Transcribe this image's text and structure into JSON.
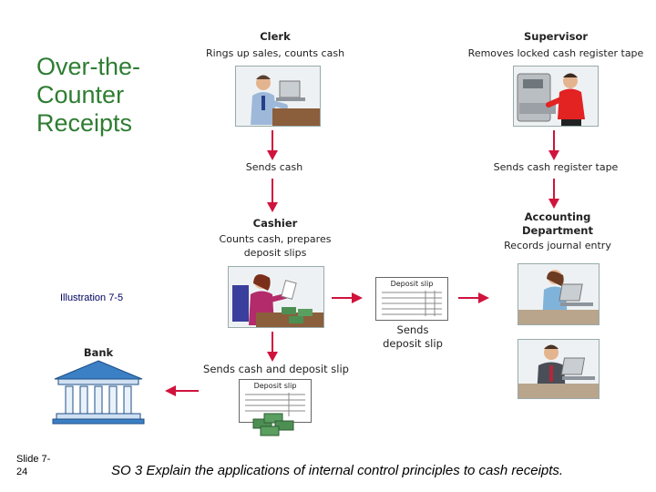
{
  "slide": {
    "title_lines": [
      "Over-the-",
      "Counter",
      "Receipts"
    ],
    "illustration_label": "Illustration 7-5",
    "slide_number_line1": "Slide 7-",
    "slide_number_line2": "24",
    "objective": "SO 3  Explain the applications of internal control principles to cash receipts."
  },
  "diagram": {
    "clerk": {
      "title": "Clerk",
      "desc": "Rings up sales, counts cash"
    },
    "supervisor": {
      "title": "Supervisor",
      "desc": "Removes locked cash register tape"
    },
    "sends_cash": "Sends cash",
    "sends_tape": "Sends cash register tape",
    "cashier": {
      "title": "Cashier",
      "desc_line1": "Counts cash, prepares",
      "desc_line2": "deposit slips"
    },
    "accounting": {
      "title_line1": "Accounting",
      "title_line2": "Department",
      "desc": "Records journal entry"
    },
    "deposit_slip_label": "Deposit slip",
    "sends_deposit_slip_line1": "Sends",
    "sends_deposit_slip_line2": "deposit slip",
    "bank": "Bank",
    "sends_cash_and_slip": "Sends cash and deposit slip",
    "arrow_color": "#d0133d"
  }
}
